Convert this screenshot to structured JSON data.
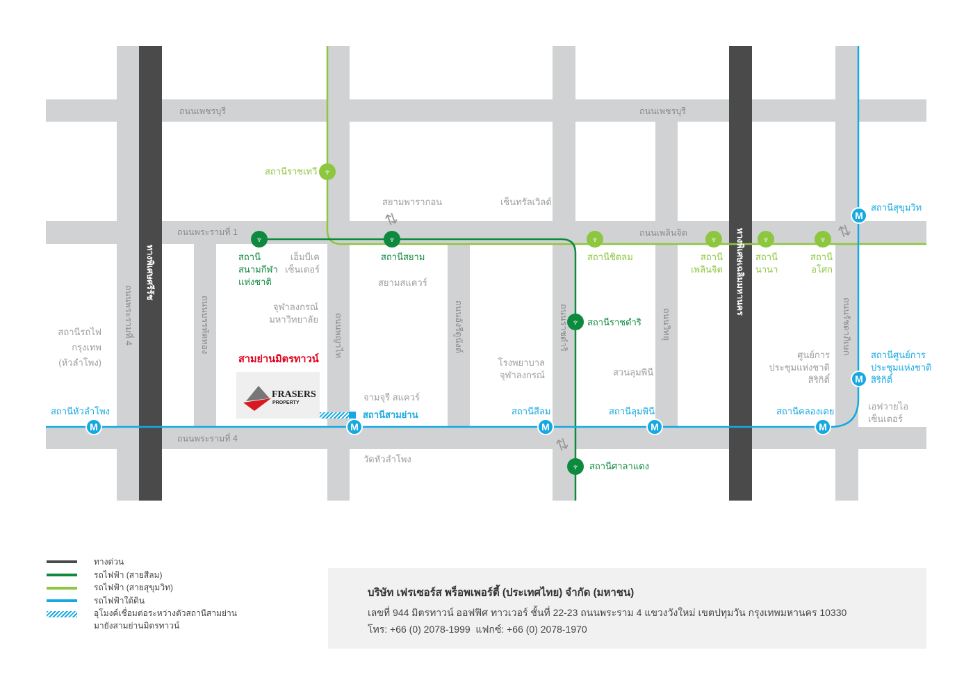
{
  "colors": {
    "sukhumvit_line": "#8dc63f",
    "silom_line": "#0d8a3e",
    "mrt_line": "#16a9e1",
    "expressway": "#4a4a4a",
    "road": "#d1d2d4",
    "brand_red": "#e3001b"
  },
  "roads": {
    "phetchaburi_left": "ถนนเพชรบุรี",
    "phetchaburi_right": "ถนนเพชรบุรี",
    "rama1": "ถนนพระรามที่ 1",
    "ploenchit": "ถนนเพลินจิต",
    "rama4": "ถนนพระรามที่ 4",
    "rama4_vertical": "ถนนพระรามที่ 4",
    "banthat_thong": "ถนนบรรทัดทอง",
    "phaya_thai": "ถนนพญาไท",
    "henri_dunant": "ถนนอังรีดูนังต์",
    "ratchadamri": "ถนนราชดำริ",
    "witthayu": "ถนนวิทยุ",
    "ratchadaphisek": "ถนนรัชดาภิเษก",
    "sirat_expressway": "ทางพิเศษศรีรัช",
    "chalerm_expressway": "ทางพิเศษเฉลิมมหานคร"
  },
  "stations": {
    "ratchathewi": "สถานีราชเทวี",
    "national_stadium": [
      "สถานี",
      "สนามกีฬา",
      "แห่งชาติ"
    ],
    "siam": "สถานีสยาม",
    "chitlom": "สถานีชิดลม",
    "phloenchit": [
      "สถานี",
      "เพลินจิต"
    ],
    "nana": [
      "สถานี",
      "นานา"
    ],
    "asok": [
      "สถานี",
      "อโศก"
    ],
    "ratchadamri": "สถานีราชดำริ",
    "saladaeng": "สถานีศาลาแดง",
    "hualamphong": "สถานีหัวลำโพง",
    "samyan": "สถานีสามย่าน",
    "silom": "สถานีสีลม",
    "lumphini": "สถานีลุมพินี",
    "khlongtoei": "สถานีคลองเตย",
    "qsncc": [
      "สถานีศูนย์การ",
      "ประชุมแห่งชาติ",
      "สิริกิติ์"
    ],
    "sukhumvit": "สถานีสุขุมวิท",
    "mrt_symbol": "M"
  },
  "landmarks": {
    "siam_paragon": "สยามพารากอน",
    "central_world": "เซ็นทรัลเวิลด์",
    "mbk": [
      "เอ็มบีเค",
      "เซ็นเตอร์"
    ],
    "siam_square": "สยามสแควร์",
    "chula_univ": [
      "จุฬาลงกรณ์",
      "มหาวิทยาลัย"
    ],
    "hualamphong_rail": [
      "สถานีรถไฟ",
      "กรุงเทพ",
      "(หัวลำโพง)"
    ],
    "chamchuri": "จามจุรี สแควร์",
    "wat_hualamphong": "วัดหัวลำโพง",
    "chula_hospital": [
      "โรงพยาบาล",
      "จุฬาลงกรณ์"
    ],
    "lumphini_park": "สวนลุมพินี",
    "qsncc": [
      "ศูนย์การ",
      "ประชุมแห่งชาติ",
      "สิริกิติ์"
    ],
    "fyi": [
      "เอฟวายไอ",
      "เซ็นเตอร์"
    ]
  },
  "destination": {
    "name": "สามย่านมิตรทาวน์",
    "logo_text": "FRASERS",
    "logo_sub": "PROPERTY"
  },
  "legend": [
    {
      "label": "ทางด่วน",
      "color": "#4a4a4a"
    },
    {
      "label": "รถไฟฟ้า  (สายสีลม)",
      "color": "#0d8a3e"
    },
    {
      "label": "รถไฟฟ้า  (สายสุขุมวิท)",
      "color": "#8dc63f"
    },
    {
      "label": "รถไฟฟ้าใต้ดิน",
      "color": "#16a9e1"
    },
    {
      "label": "อุโมงค์เชื่อมต่อระหว่างตัวสถานีสามย่าน",
      "label2": "มายังสามย่านมิตรทาวน์",
      "color": "#16a9e1"
    }
  ],
  "company": {
    "name": "บริษัท เฟรเซอร์ส พร็อพเพอร์ตี้ (ประเทศไทย) จำกัด (มหาชน)",
    "address": "เลขที่ 944 มิตรทาวน์ ออฟฟิศ ทาวเวอร์ ชั้นที่ 22-23 ถนนพระราม 4 แขวงวังใหม่ เขตปทุมวัน กรุงเทพมหานคร 10330",
    "contact": "โทร: +66 (0) 2078-1999  แฟกซ์: +66 (0) 2078-1970"
  }
}
